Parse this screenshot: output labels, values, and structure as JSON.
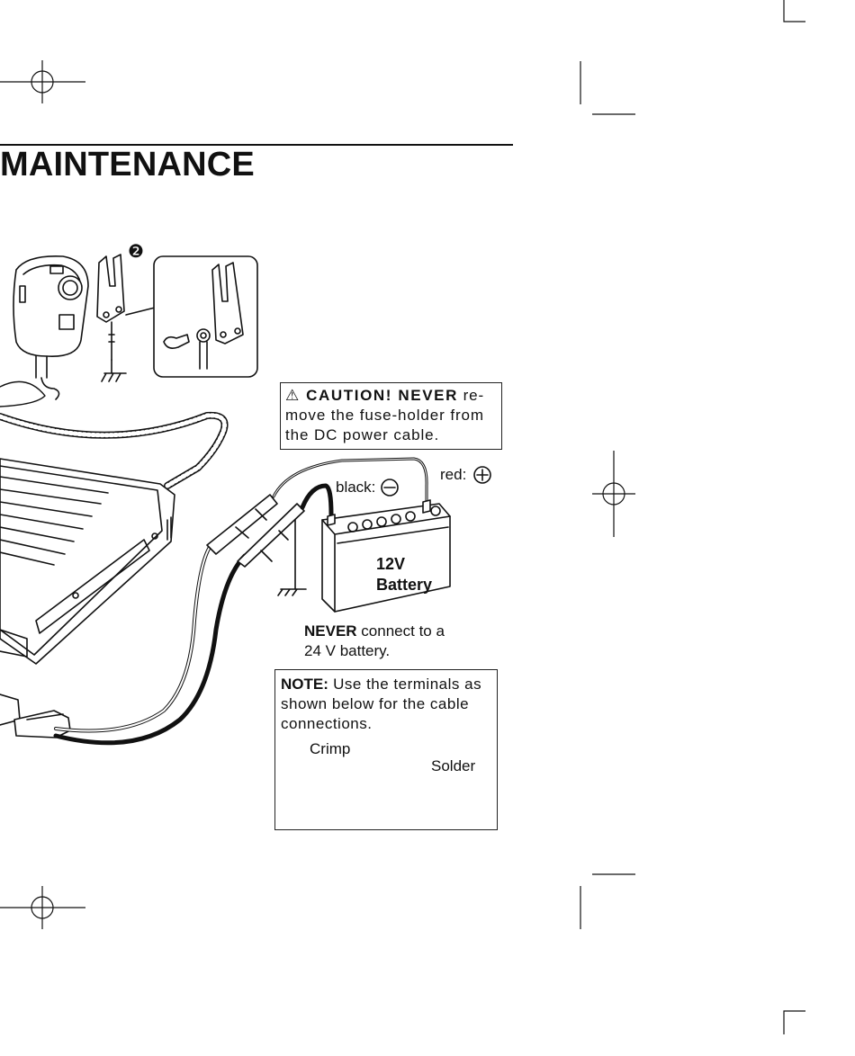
{
  "section": {
    "title": "MAINTENANCE"
  },
  "step_marker": "❷",
  "caution": {
    "icon": "warning-triangle-icon",
    "heading": "⚠ CAUTION! NEVER",
    "text": " re-move the fuse-holder from the DC power cable."
  },
  "battery": {
    "voltage": "12V",
    "name": "Battery",
    "red_label": "red:",
    "black_label": "black:"
  },
  "warning": {
    "strong": "NEVER",
    "text": " connect to a 24 V battery."
  },
  "note": {
    "heading": "NOTE:",
    "text": " Use the terminals as shown below for the cable connections.",
    "crimp_label": "Crimp",
    "solder_label": "Solder"
  }
}
